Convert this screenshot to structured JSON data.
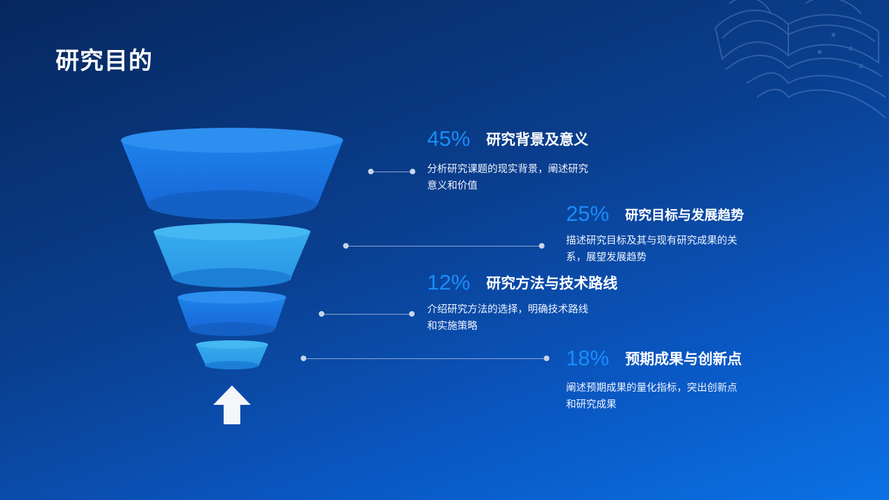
{
  "slide": {
    "title": "研究目的"
  },
  "items": [
    {
      "percent": "45%",
      "heading": "研究背景及意义",
      "description": "分析研究课题的现实背景，阐述研究\n意义和价值"
    },
    {
      "percent": "25%",
      "heading": "研究目标与发展趋势",
      "description": "描述研究目标及其与现有研究成果的关\n系，展望发展趋势"
    },
    {
      "percent": "12%",
      "heading": "研究方法与技术路线",
      "description": "介绍研究方法的选择，明确技术路线\n和实施策略"
    },
    {
      "percent": "18%",
      "heading": "预期成果与创新点",
      "description": "阐述预期成果的量化指标，突出创新点\n和研究成果"
    }
  ],
  "colors": {
    "background_start": "#06285e",
    "background_end": "#0a72e6",
    "percent_accent": "#1a8dff",
    "funnel_layer_dark": "#1773e6",
    "funnel_layer_light": "#2ea7ec",
    "connector": "#8ea8cf"
  },
  "icons": {
    "decoration": "open-book-icon",
    "bottom_arrow": "arrow-up-icon"
  }
}
